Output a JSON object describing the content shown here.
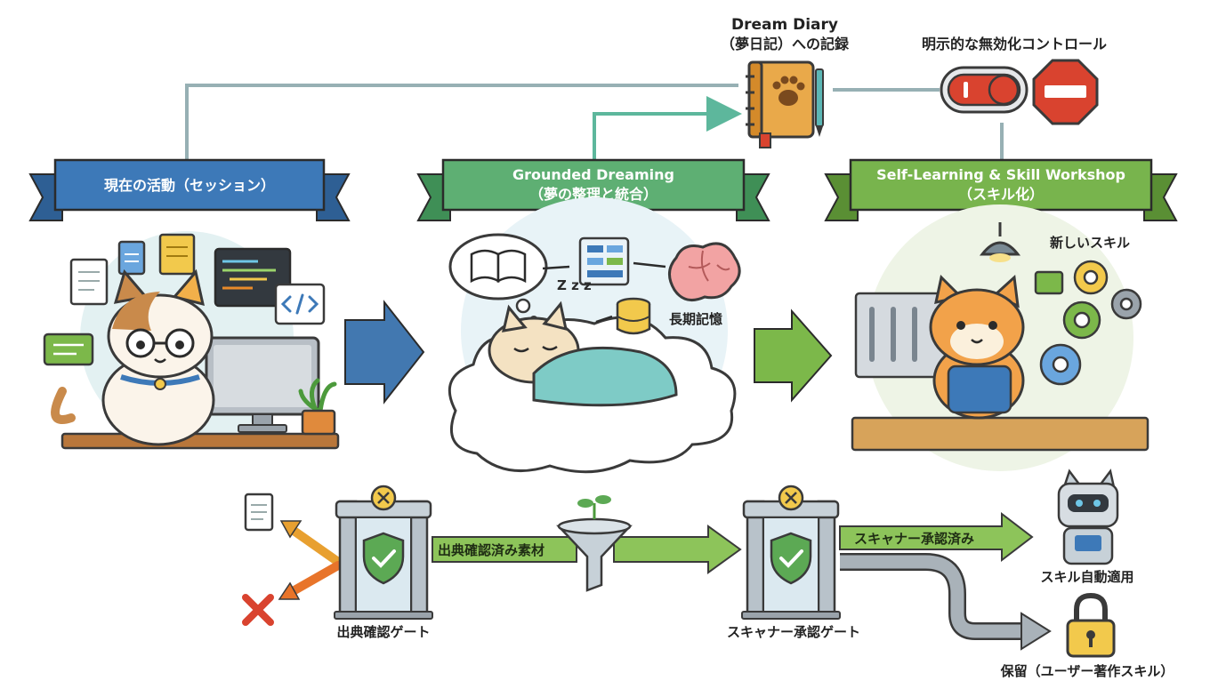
{
  "banners": {
    "session": "現在の活動（セッション）",
    "dreaming_title": "Grounded Dreaming",
    "dreaming_subtitle": "（夢の整理と統合）",
    "workshop_title": "Self-Learning & Skill Workshop",
    "workshop_subtitle": "（スキル化）"
  },
  "diary": {
    "title": "Dream Diary",
    "subtitle": "（夢日記）への記録"
  },
  "control": {
    "label": "明示的な無効化コントロール"
  },
  "dreaming": {
    "zzz": "Z z z",
    "memory_label": "長期記憶"
  },
  "workshop": {
    "new_skill_label": "新しいスキル"
  },
  "pipeline": {
    "source_gate_label": "出典確認ゲート",
    "verified_material_label": "出典確認済み素材",
    "scanner_gate_label": "スキャナー承認ゲート",
    "scanner_approved_label": "スキャナー承認済み",
    "auto_apply_label": "スキル自動適用",
    "hold_label": "保留（ユーザー著作スキル）"
  },
  "colors": {
    "blue_banner": "#3d79b8",
    "green_banner": "#5eaf73",
    "lime_banner": "#78b44d",
    "blue_arrow": "#4278b0",
    "green_arrow": "#7cb84a",
    "orange": "#e88a2a",
    "red": "#d9432f",
    "connector": "#97b0b4"
  }
}
